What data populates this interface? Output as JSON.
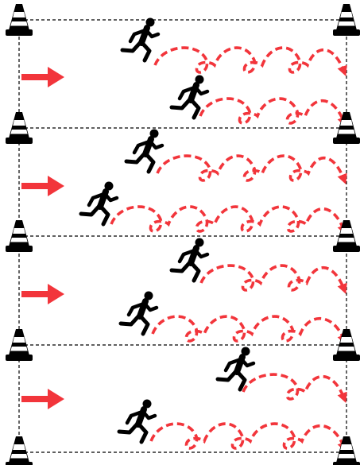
{
  "diagram": {
    "type": "drill-layout",
    "lanes": 4,
    "colors": {
      "background": "#ffffff",
      "cone": "#000000",
      "cone_stripe": "#ffffff",
      "boundary": "#000000",
      "direction_arrow": "#f2353b",
      "path": "#f2353b",
      "runner": "#000000"
    },
    "icons": [
      "cone-icon",
      "runner-icon",
      "direction-arrow-icon",
      "loop-path"
    ]
  }
}
